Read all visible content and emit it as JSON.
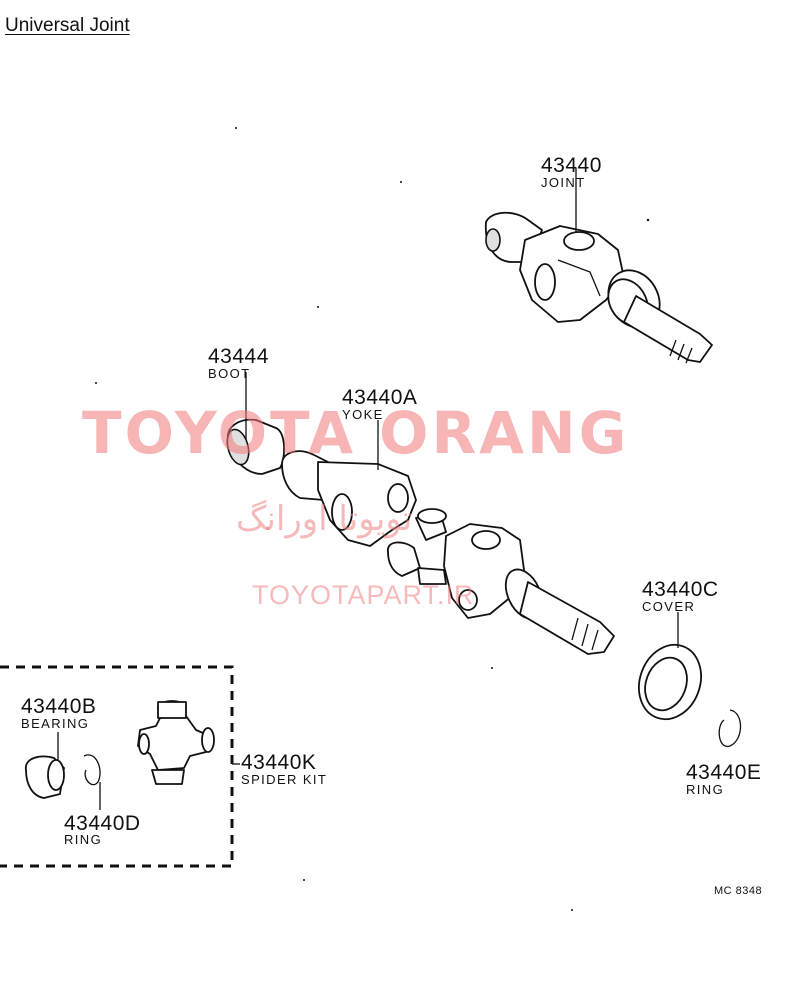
{
  "title": "Universal Joint",
  "diagram_code": "MC 8348",
  "parts": {
    "joint": {
      "number": "43440",
      "name": "JOINT"
    },
    "boot": {
      "number": "43444",
      "name": "BOOT"
    },
    "yoke": {
      "number": "43440A",
      "name": "YOKE"
    },
    "cover": {
      "number": "43440C",
      "name": "COVER"
    },
    "bearing": {
      "number": "43440B",
      "name": "BEARING"
    },
    "spider": {
      "number": "43440K",
      "name": "SPIDER KIT"
    },
    "ring_d": {
      "number": "43440D",
      "name": "RING"
    },
    "ring_e": {
      "number": "43440E",
      "name": "RING"
    }
  },
  "watermark": {
    "main": "TOYOTA ORANG",
    "persian": "تویوتا اورانگ",
    "site": "TOYOTAPART.IR",
    "color": "#f07878"
  }
}
